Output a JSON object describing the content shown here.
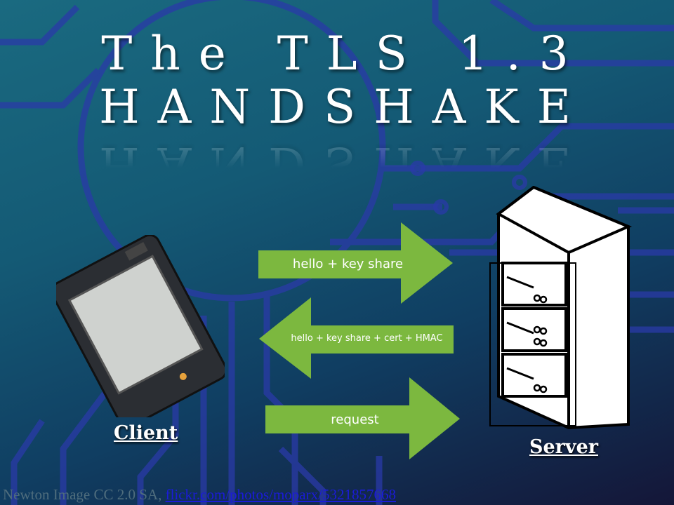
{
  "title": {
    "line1": "The TLS 1.3",
    "line2": "HANDSHAKE"
  },
  "arrows": [
    {
      "label": "hello + key share",
      "direction": "right"
    },
    {
      "label": "hello + key share + cert + HMAC",
      "direction": "left"
    },
    {
      "label": "request",
      "direction": "right"
    }
  ],
  "client_label": "Client",
  "server_label": "Server",
  "credit": {
    "text": "Newton Image CC 2.0 SA,",
    "link": "flickr.com/photos/moparx/5321857668"
  },
  "colors": {
    "arrow": "#7cb83f",
    "circuit": "#2638a8"
  }
}
